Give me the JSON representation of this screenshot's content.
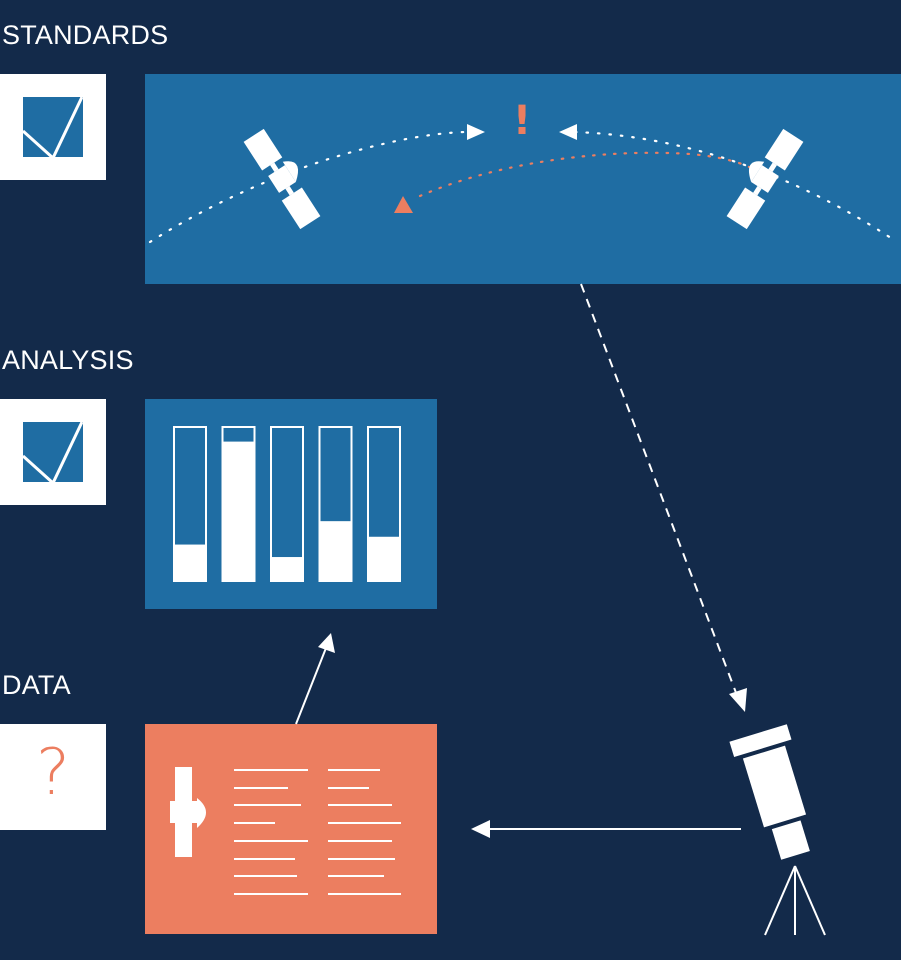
{
  "sections": {
    "standards": {
      "label": "STANDARDS",
      "status_icon": "checked-icon"
    },
    "analysis": {
      "label": "ANALYSIS",
      "status_icon": "checked-icon"
    },
    "data": {
      "label": "DATA",
      "status_icon": "question-icon",
      "question_mark": "?"
    }
  },
  "alert_mark": "!",
  "analysis_bars": {
    "fill_fractions": [
      0.24,
      0.9,
      0.16,
      0.39,
      0.29
    ]
  },
  "colors": {
    "background": "#132a4a",
    "panel_blue": "#1f6da3",
    "accent": "#ec7e60",
    "white": "#ffffff"
  }
}
